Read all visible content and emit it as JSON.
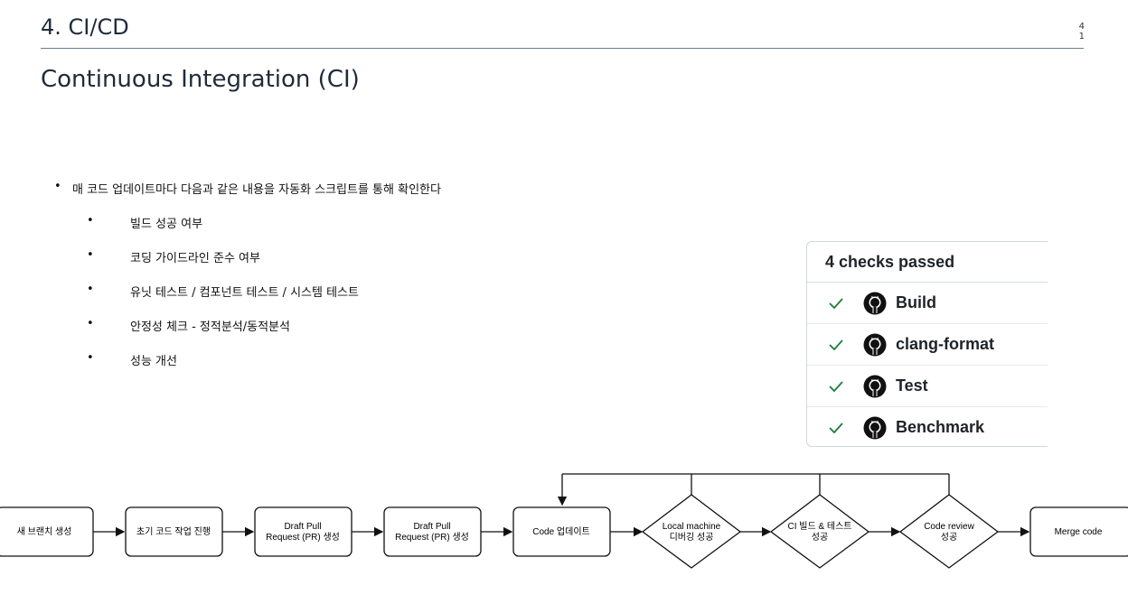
{
  "header": {
    "section_title": "4. CI/CD",
    "page_number_top": "4",
    "page_number_bottom": "1"
  },
  "slide_title": "Continuous Integration (CI)",
  "bullets": {
    "main": "매 코드 업데이트마다 다음과 같은 내용을 자동화 스크립트를 통해 확인한다",
    "items": [
      "빌드 성공 여부",
      "코딩 가이드라인 준수 여부",
      "유닛 테스트 / 컴포넌트 테스트 / 시스템 테스트",
      "안정성 체크 - 정적분석/동적분석",
      "성능 개선"
    ]
  },
  "checks_panel": {
    "title": "4 checks passed",
    "checks": [
      {
        "label": "Build",
        "status": "passed",
        "icon": "github-icon"
      },
      {
        "label": "clang-format",
        "status": "passed",
        "icon": "github-icon"
      },
      {
        "label": "Test",
        "status": "passed",
        "icon": "github-icon"
      },
      {
        "label": "Benchmark",
        "status": "passed",
        "icon": "github-icon"
      }
    ],
    "check_color": "#1a7f37"
  },
  "flow": {
    "boxes": [
      {
        "line1": "새 브랜치 생성",
        "line2": ""
      },
      {
        "line1": "초기 코드 작업 진행",
        "line2": ""
      },
      {
        "line1": "Draft Pull",
        "line2": "Request (PR) 생성"
      },
      {
        "line1": "Draft Pull",
        "line2": "Request (PR) 생성"
      },
      {
        "line1": "Code 업데이트",
        "line2": ""
      }
    ],
    "diamonds": [
      {
        "line1": "Local machine",
        "line2": "디버깅 성공"
      },
      {
        "line1": "CI 빌드 & 테스트",
        "line2": "성공"
      },
      {
        "line1": "Code review",
        "line2": "성공"
      }
    ],
    "end_box": {
      "line1": "Merge code"
    }
  }
}
